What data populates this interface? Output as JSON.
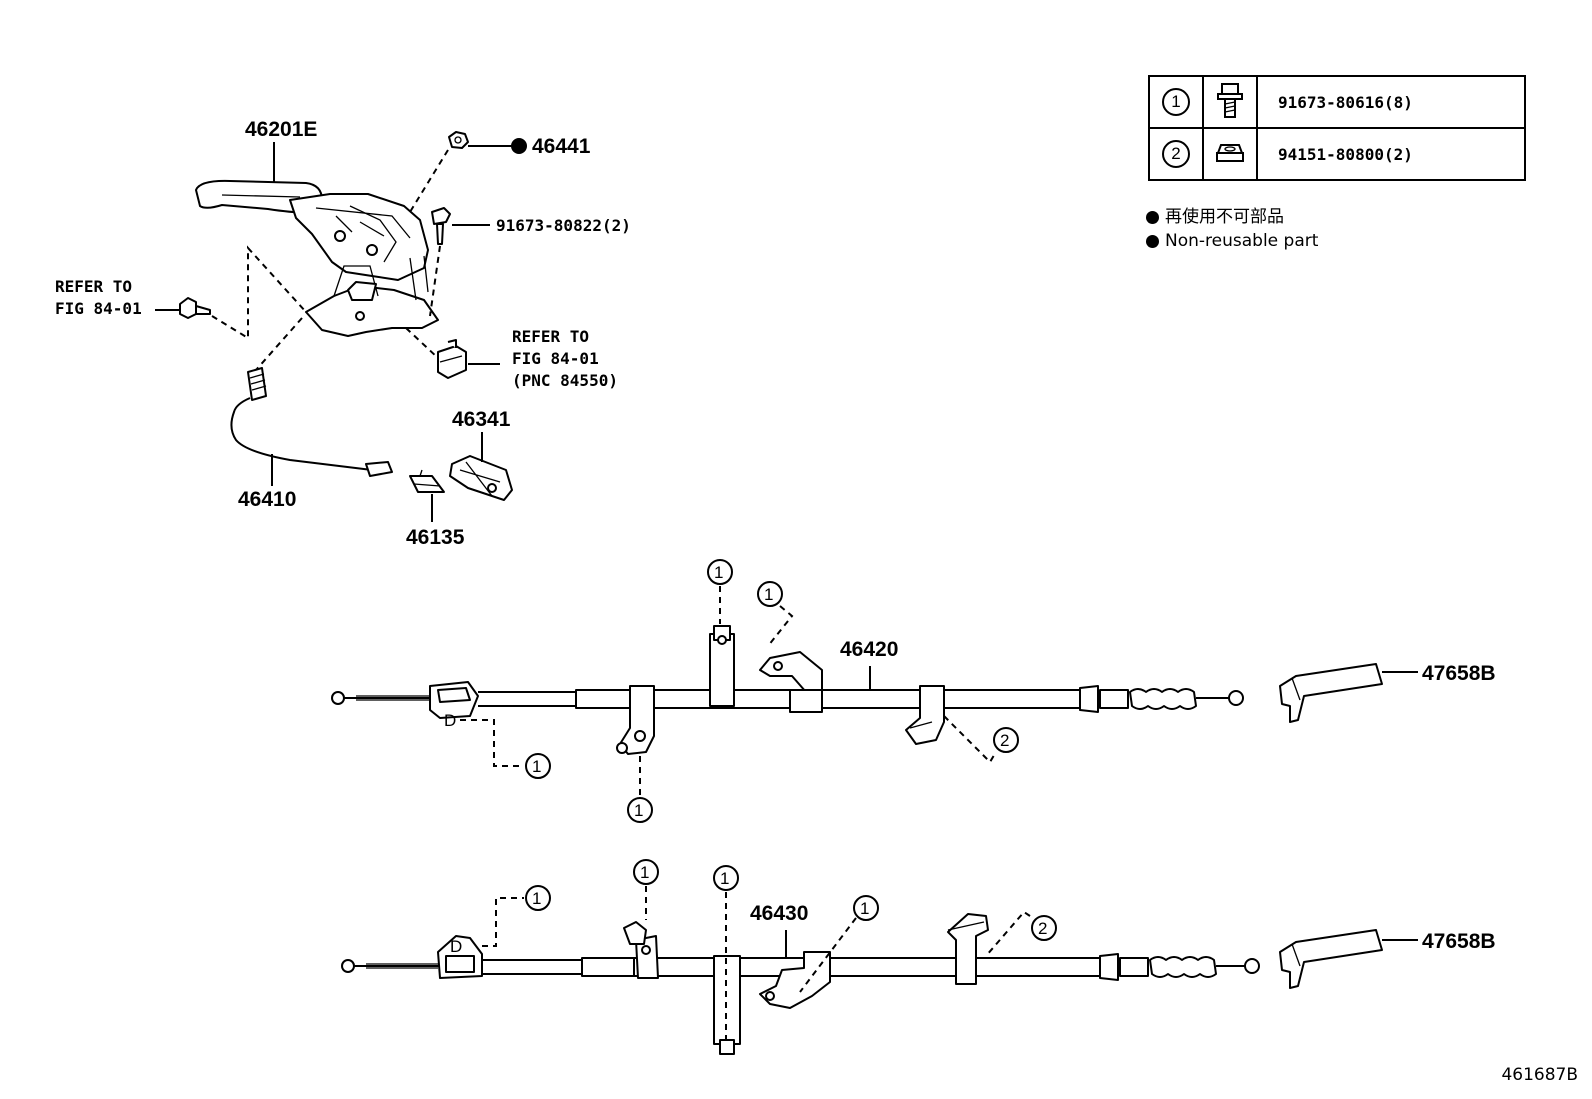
{
  "labels": {
    "lever": "46201E",
    "nut_top": "46441",
    "bolt_lever": "91673-80822(2)",
    "refer_left_1": "REFER TO",
    "refer_left_2": "FIG 84-01",
    "refer_right_1": "REFER TO",
    "refer_right_2": "FIG 84-01",
    "refer_right_3": "(PNC 84550)",
    "front_cable": "46410",
    "equalizer": "46341",
    "clip": "46135",
    "rh_cable": "46420",
    "lh_cable": "46430",
    "boot_upper": "47658B",
    "boot_lower": "47658B"
  },
  "callout_numbers": {
    "one": "1",
    "two": "2"
  },
  "legend": [
    {
      "num": "1",
      "icon": "flange-bolt-icon",
      "part": "91673-80616(8)"
    },
    {
      "num": "2",
      "icon": "flange-nut-icon",
      "part": "94151-80800(2)"
    }
  ],
  "notes": {
    "jp": "再使用不可部品",
    "en": "Non-reusable part"
  },
  "figure_code": "461687B"
}
